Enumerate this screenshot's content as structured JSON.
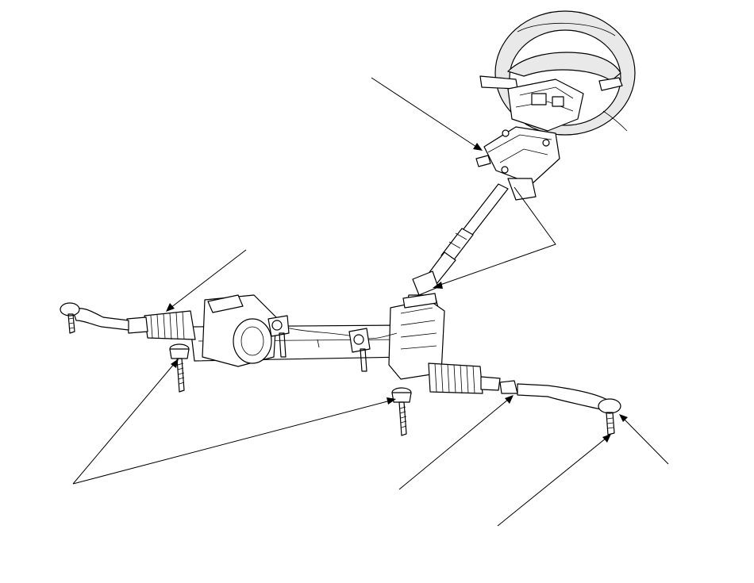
{
  "diagram": {
    "type": "exploded-assembly",
    "components": [
      "steering-wheel",
      "steering-column",
      "intermediate-shaft",
      "steering-gearbox",
      "mounting-bolt-left",
      "mounting-bolt-right",
      "tie-rod-boot-left",
      "tie-rod-boot-right",
      "tie-rod-end-left",
      "tie-rod-end-right"
    ],
    "callout_count": 7
  }
}
